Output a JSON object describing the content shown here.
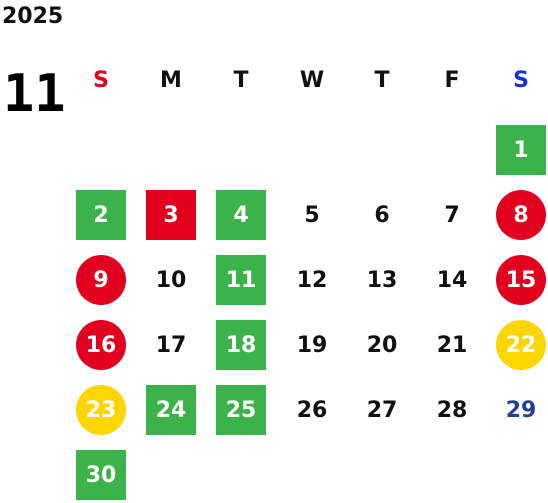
{
  "calendar": {
    "year": "2025",
    "month": "11",
    "weekdays": [
      {
        "label": "S",
        "color": "#e2001f"
      },
      {
        "label": "M",
        "color": "#111111"
      },
      {
        "label": "T",
        "color": "#111111"
      },
      {
        "label": "W",
        "color": "#111111"
      },
      {
        "label": "T",
        "color": "#111111"
      },
      {
        "label": "F",
        "color": "#111111"
      },
      {
        "label": "S",
        "color": "#1a2fd6"
      }
    ],
    "days": [
      {
        "day": "1",
        "col": 6,
        "row": 0,
        "style": "square-green"
      },
      {
        "day": "2",
        "col": 0,
        "row": 1,
        "style": "square-green"
      },
      {
        "day": "3",
        "col": 1,
        "row": 1,
        "style": "square-red"
      },
      {
        "day": "4",
        "col": 2,
        "row": 1,
        "style": "square-green"
      },
      {
        "day": "5",
        "col": 3,
        "row": 1,
        "style": "plain"
      },
      {
        "day": "6",
        "col": 4,
        "row": 1,
        "style": "plain"
      },
      {
        "day": "7",
        "col": 5,
        "row": 1,
        "style": "plain"
      },
      {
        "day": "8",
        "col": 6,
        "row": 1,
        "style": "circle-red"
      },
      {
        "day": "9",
        "col": 0,
        "row": 2,
        "style": "circle-red"
      },
      {
        "day": "10",
        "col": 1,
        "row": 2,
        "style": "plain"
      },
      {
        "day": "11",
        "col": 2,
        "row": 2,
        "style": "square-green"
      },
      {
        "day": "12",
        "col": 3,
        "row": 2,
        "style": "plain"
      },
      {
        "day": "13",
        "col": 4,
        "row": 2,
        "style": "plain"
      },
      {
        "day": "14",
        "col": 5,
        "row": 2,
        "style": "plain"
      },
      {
        "day": "15",
        "col": 6,
        "row": 2,
        "style": "circle-red"
      },
      {
        "day": "16",
        "col": 0,
        "row": 3,
        "style": "circle-red"
      },
      {
        "day": "17",
        "col": 1,
        "row": 3,
        "style": "plain"
      },
      {
        "day": "18",
        "col": 2,
        "row": 3,
        "style": "square-green"
      },
      {
        "day": "19",
        "col": 3,
        "row": 3,
        "style": "plain"
      },
      {
        "day": "20",
        "col": 4,
        "row": 3,
        "style": "plain"
      },
      {
        "day": "21",
        "col": 5,
        "row": 3,
        "style": "plain"
      },
      {
        "day": "22",
        "col": 6,
        "row": 3,
        "style": "circle-yellow"
      },
      {
        "day": "23",
        "col": 0,
        "row": 4,
        "style": "circle-yellow"
      },
      {
        "day": "24",
        "col": 1,
        "row": 4,
        "style": "square-green"
      },
      {
        "day": "25",
        "col": 2,
        "row": 4,
        "style": "square-green"
      },
      {
        "day": "26",
        "col": 3,
        "row": 4,
        "style": "plain"
      },
      {
        "day": "27",
        "col": 4,
        "row": 4,
        "style": "plain"
      },
      {
        "day": "28",
        "col": 5,
        "row": 4,
        "style": "plain"
      },
      {
        "day": "29",
        "col": 6,
        "row": 4,
        "style": "blue-text"
      },
      {
        "day": "30",
        "col": 0,
        "row": 5,
        "style": "square-green"
      }
    ]
  }
}
